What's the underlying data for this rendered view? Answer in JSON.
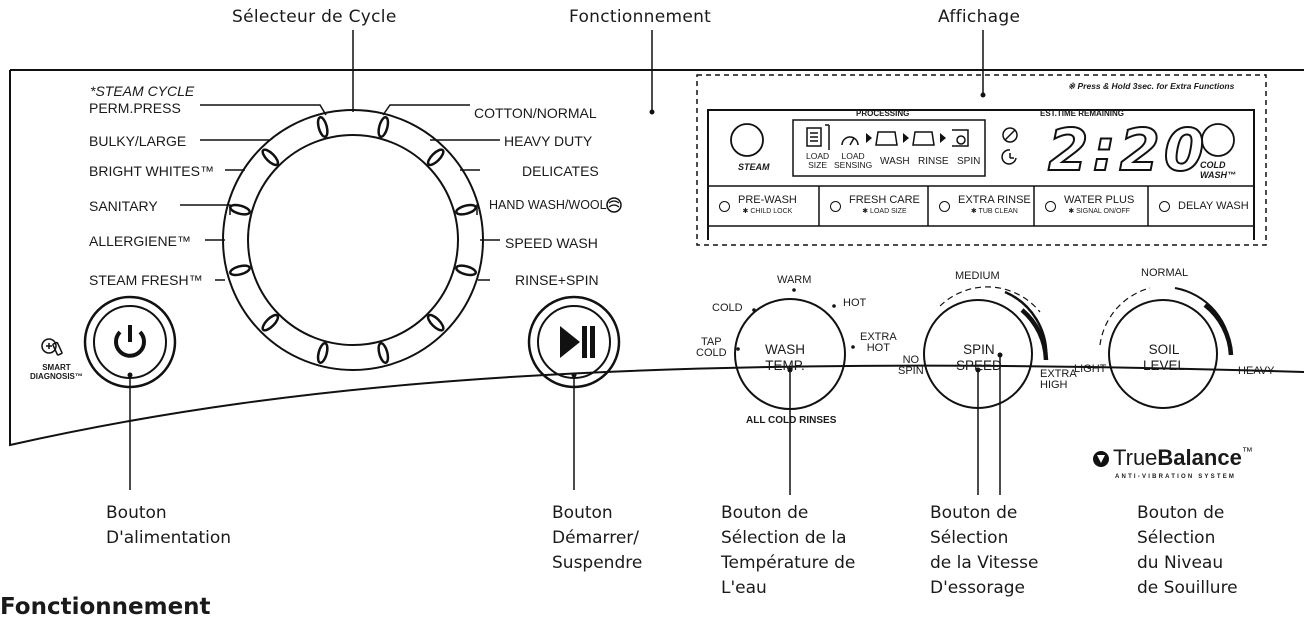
{
  "callouts_top": {
    "cycle_selector": "Sélecteur de Cycle",
    "operation": "Fonctionnement",
    "display": "Affichage"
  },
  "callouts_bottom": {
    "power": "Bouton\nD'alimentation",
    "start_pause": "Bouton\nDémarrer/\nSuspendre",
    "wash_temp": "Bouton de\nSélection de la\nTempérature de\nL'eau",
    "spin_speed": "Bouton de\nSélection\nde la Vitesse\nD'essorage",
    "soil_level": "Bouton de\nSélection\ndu Niveau\nde Souillure"
  },
  "section_heading": "Fonctionnement",
  "cycles_left": {
    "note": "*STEAM CYCLE",
    "items": [
      "PERM.PRESS",
      "BULKY/LARGE",
      "BRIGHT WHITES™",
      "SANITARY",
      "ALLERGIENE™",
      "STEAM FRESH™"
    ]
  },
  "cycles_right": [
    "COTTON/NORMAL",
    "HEAVY DUTY",
    "DELICATES",
    "HAND WASH/WOOL",
    "SPEED WASH",
    "RINSE+SPIN"
  ],
  "power": {
    "label": "SMART\nDIAGNOSIS™",
    "icon": "power-icon"
  },
  "start_pause": {
    "icon": "play-pause-icon"
  },
  "display": {
    "press_hold_note": "※ Press & Hold 3sec. for Extra Functions",
    "processing": "PROCESSING",
    "est_time": "EST.TIME REMAINING",
    "time": "2:20",
    "steam": "STEAM",
    "cold_wash": "COLD\nWASH™",
    "stages": [
      "LOAD\nSIZE",
      "LOAD\nSENSING",
      "WASH",
      "RINSE",
      "SPIN"
    ]
  },
  "options": [
    {
      "main": "PRE-WASH",
      "sub": "✱ CHILD LOCK"
    },
    {
      "main": "FRESH CARE",
      "sub": "✱ LOAD SIZE"
    },
    {
      "main": "EXTRA RINSE",
      "sub": "✱ TUB CLEAN"
    },
    {
      "main": "WATER PLUS",
      "sub": "✱ SIGNAL ON/OFF"
    },
    {
      "main": "DELAY WASH",
      "sub": ""
    }
  ],
  "wash_temp": {
    "label": "WASH\nTEMP.",
    "settings": [
      "TAP\nCOLD",
      "COLD",
      "WARM",
      "HOT",
      "EXTRA\nHOT"
    ],
    "note": "ALL COLD RINSES"
  },
  "spin_speed": {
    "label": "SPIN\nSPEED",
    "settings": [
      "NO\nSPIN",
      "MEDIUM",
      "EXTRA\nHIGH"
    ]
  },
  "soil_level": {
    "label": "SOIL\nLEVEL",
    "settings": [
      "LIGHT",
      "NORMAL",
      "HEAVY"
    ]
  },
  "brand": {
    "name_a": "True",
    "name_b": "Balance",
    "tm": "™",
    "tagline": "ANTI-VIBRATION SYSTEM"
  }
}
